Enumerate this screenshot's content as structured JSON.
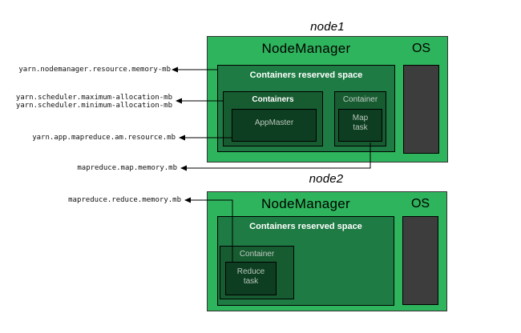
{
  "node1": {
    "title": "node1",
    "nodemanager": "NodeManager",
    "os": "OS",
    "reserved": "Containers reserved space",
    "containers_box": "Containers",
    "appmaster": "AppMaster",
    "container_box": "Container",
    "map_task_line1": "Map",
    "map_task_line2": "task"
  },
  "node2": {
    "title": "node2",
    "nodemanager": "NodeManager",
    "os": "OS",
    "reserved": "Containers reserved space",
    "container_box": "Container",
    "reduce_task_line1": "Reduce",
    "reduce_task_line2": "task"
  },
  "config_labels": {
    "nodemanager_memory": "yarn.nodemanager.resource.memory-mb",
    "scheduler_max": "yarn.scheduler.maximum-allocation-mb",
    "scheduler_min": "yarn.scheduler.minimum-allocation-mb",
    "am_resource": "yarn.app.mapreduce.am.resource.mb",
    "map_memory": "mapreduce.map.memory.mb",
    "reduce_memory": "mapreduce.reduce.memory.mb"
  },
  "colors": {
    "node_fill": "#2eb45c",
    "reserved_fill": "#1e7b44",
    "container_fill": "#175b31",
    "task_fill": "#0d3e21",
    "os_fill": "#3d3d3d"
  }
}
